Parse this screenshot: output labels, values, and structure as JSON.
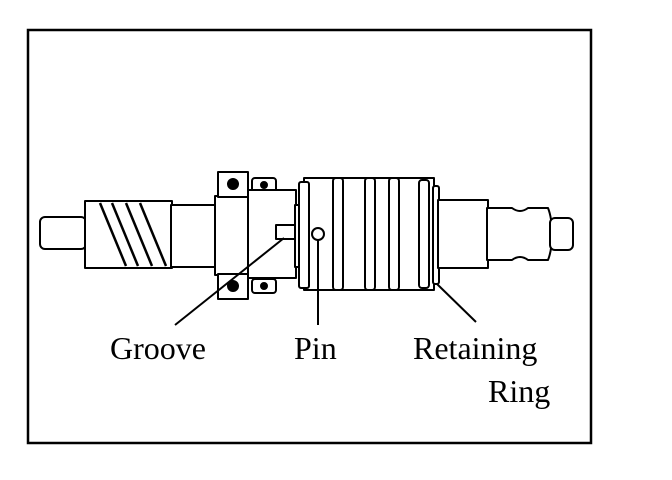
{
  "figure": {
    "labels": {
      "groove": "Groove",
      "pin": "Pin",
      "retaining_ring_line1": "Retaining",
      "retaining_ring_line2": "Ring"
    },
    "colors": {
      "ink": "#000000",
      "background": "#ffffff"
    }
  }
}
